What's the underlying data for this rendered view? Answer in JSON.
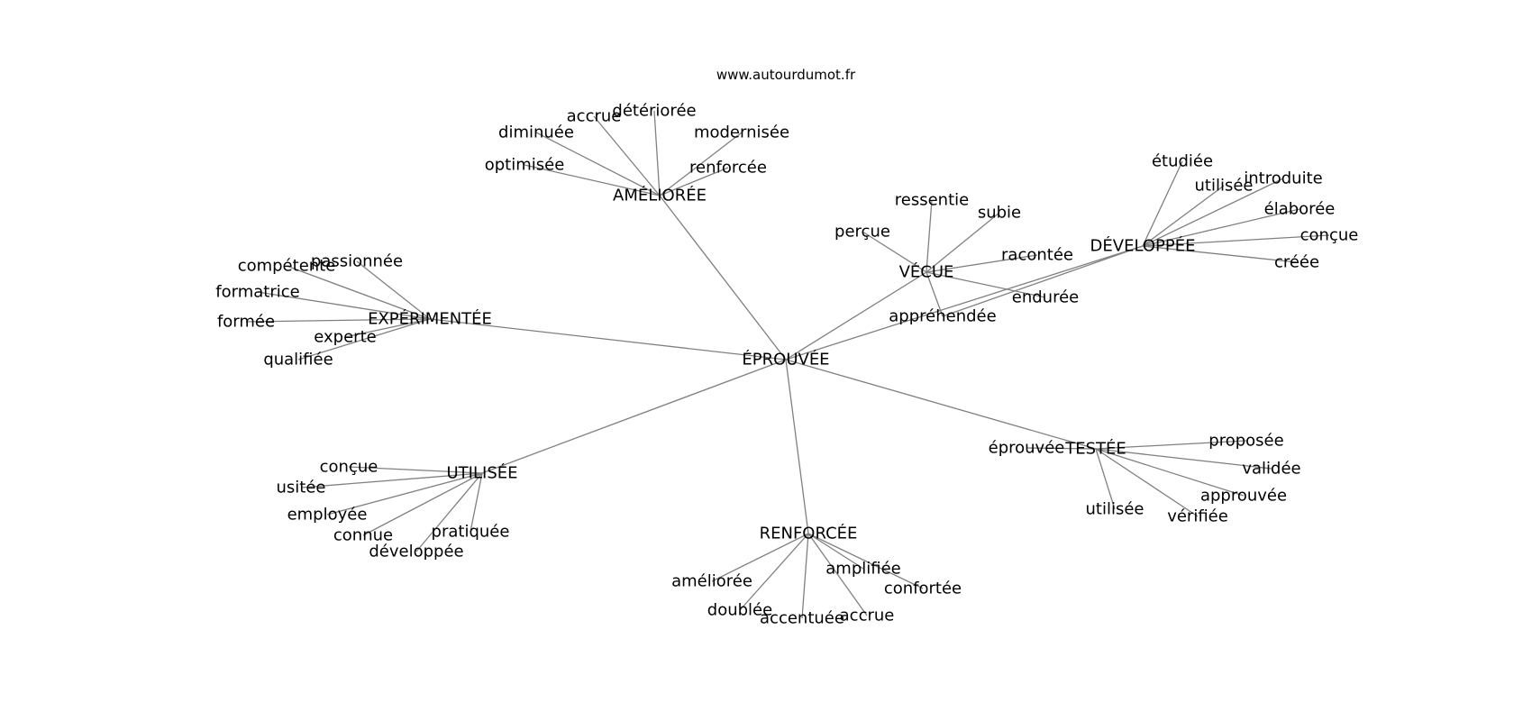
{
  "site": "www.autourdumot.fr",
  "graph": {
    "center": "ÉPROUVÉE",
    "hubs": [
      {
        "id": "ameliore",
        "label": "AMÉLIORÉE",
        "leaves": [
          "accrue",
          "détériorée",
          "diminuée",
          "modernisée",
          "optimisée",
          "renforcée"
        ]
      },
      {
        "id": "vecue",
        "label": "VÉCUE",
        "leaves": [
          "ressentie",
          "subie",
          "perçue",
          "racontée",
          "endurée",
          "appréhendée"
        ]
      },
      {
        "id": "developpee",
        "label": "DÉVELOPPÉE",
        "leaves": [
          "étudiée",
          "utilisée",
          "introduite",
          "élaborée",
          "conçue",
          "créée",
          "appréhendée"
        ]
      },
      {
        "id": "experimentee",
        "label": "EXPÉRIMENTÉE",
        "leaves": [
          "compétente",
          "passionnée",
          "formatrice",
          "formée",
          "experte",
          "qualifiée"
        ]
      },
      {
        "id": "testee",
        "label": "TESTÉE",
        "leaves": [
          "éprouvée",
          "proposée",
          "validée",
          "approuvée",
          "utilisée",
          "vérifiée"
        ]
      },
      {
        "id": "utilisee",
        "label": "UTILISÉE",
        "leaves": [
          "conçue",
          "usitée",
          "employée",
          "connue",
          "pratiquée",
          "développée"
        ]
      },
      {
        "id": "renforcee",
        "label": "RENFORCÉE",
        "leaves": [
          "améliorée",
          "amplifiée",
          "confortée",
          "doublée",
          "accentuée",
          "accrue"
        ]
      }
    ]
  },
  "colors": {
    "edge": "#808080",
    "text": "#000000",
    "background": "#ffffff"
  }
}
